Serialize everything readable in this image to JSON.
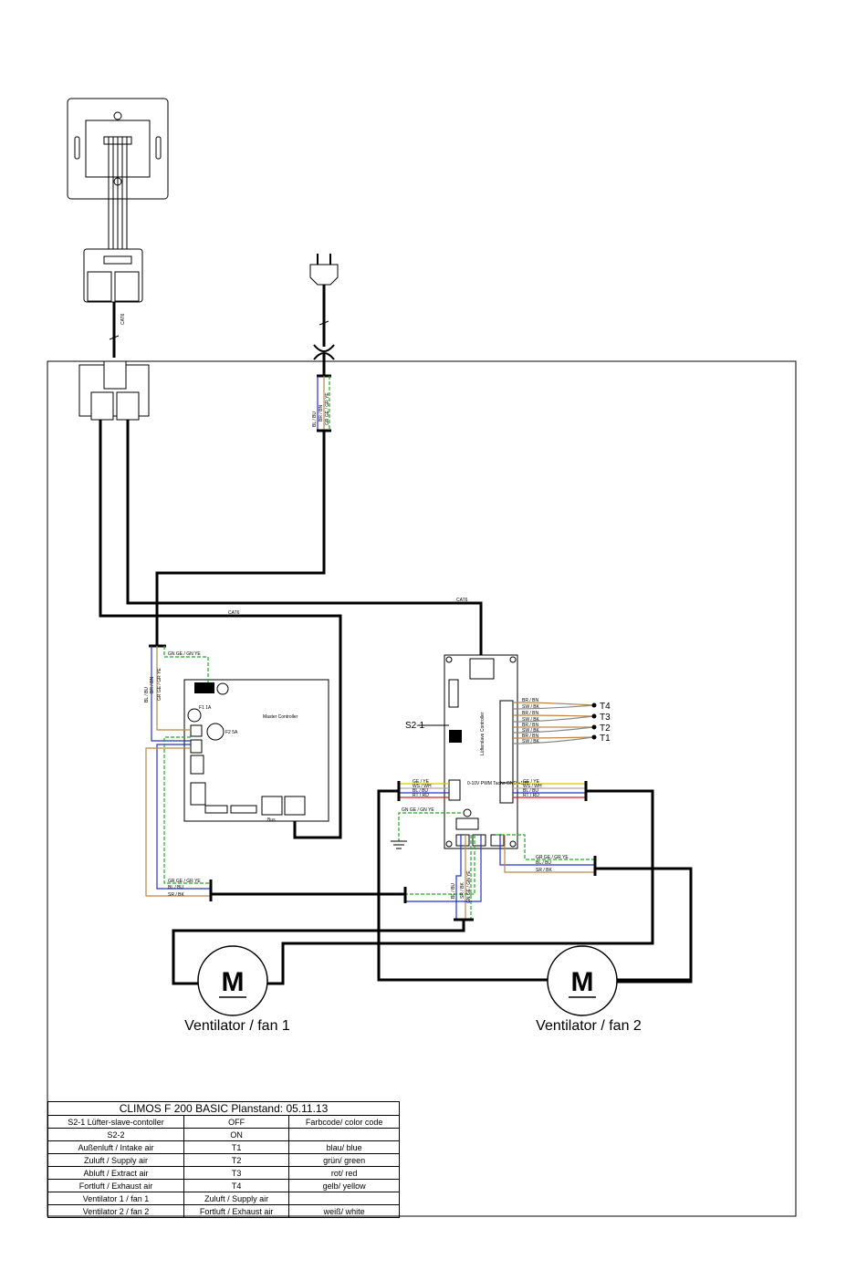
{
  "colors": {
    "blue": "#2233cc",
    "green": "#22aa22",
    "brown": "#b8864a",
    "yellow": "#d8c800",
    "gray": "#888888",
    "black": "#000000"
  },
  "labels": {
    "cat6_a": "CAT6",
    "cat6_b": "CAT6",
    "cat6_c": "CAT6",
    "master_controller": "Master Controller",
    "slave_controller": "Lüfterslave Controller",
    "s2_1": "S2-1",
    "fan1": "Ventilator / fan 1",
    "fan2": "Ventilator / fan 2",
    "motor": "M",
    "f1": "F1 1A",
    "f2": "F2 5A",
    "bus": "Bus",
    "pwm_block": "0-10V PWM Tacho GND +10V"
  },
  "wire_codes": {
    "gnye": "GN GE / GN YE",
    "gnye_b": "GR GE / GR YE",
    "blbu": "BL / BU",
    "brbn": "BR / BN",
    "srbk": "SR / BK",
    "ge_ye": "GE / YE",
    "ws_wh": "WS / WH",
    "rt_rd": "RT / RD",
    "sw_bk": "SW / BK"
  },
  "sensors": [
    "T4",
    "T3",
    "T2",
    "T1"
  ],
  "sensor_wires": [
    "BR / BN",
    "SW / BK",
    "BR / BN",
    "SW / BK",
    "BR / BN",
    "SW / BK",
    "BR / BN",
    "SW / BK"
  ],
  "left_wires": [
    "GE / YE",
    "WS / WH",
    "BL / BU",
    "RT / RD"
  ],
  "right_wires": [
    "GE / YE",
    "WS / WH",
    "BL / BU",
    "RT / RD"
  ],
  "legend": {
    "title": "CLIMOS F 200 BASIC  Planstand: 05.11.13",
    "rows": [
      [
        "S2-1 Lüfter-slave-contoller",
        "OFF",
        "Farbcode/ color code"
      ],
      [
        "S2-2",
        "ON",
        ""
      ],
      [
        "Außenluft / Intake air",
        "T1",
        "blau/ blue"
      ],
      [
        "Zuluft / Supply air",
        "T2",
        "grün/ green"
      ],
      [
        "Abluft / Extract air",
        "T3",
        "rot/ red"
      ],
      [
        "Fortluft / Exhaust air",
        "T4",
        "gelb/ yellow"
      ],
      [
        "Ventilator 1 / fan 1",
        "Zuluft / Supply air",
        ""
      ],
      [
        "Ventilator 2 / fan 2",
        "Fortluft / Exhaust air",
        "weiß/ white"
      ]
    ]
  }
}
